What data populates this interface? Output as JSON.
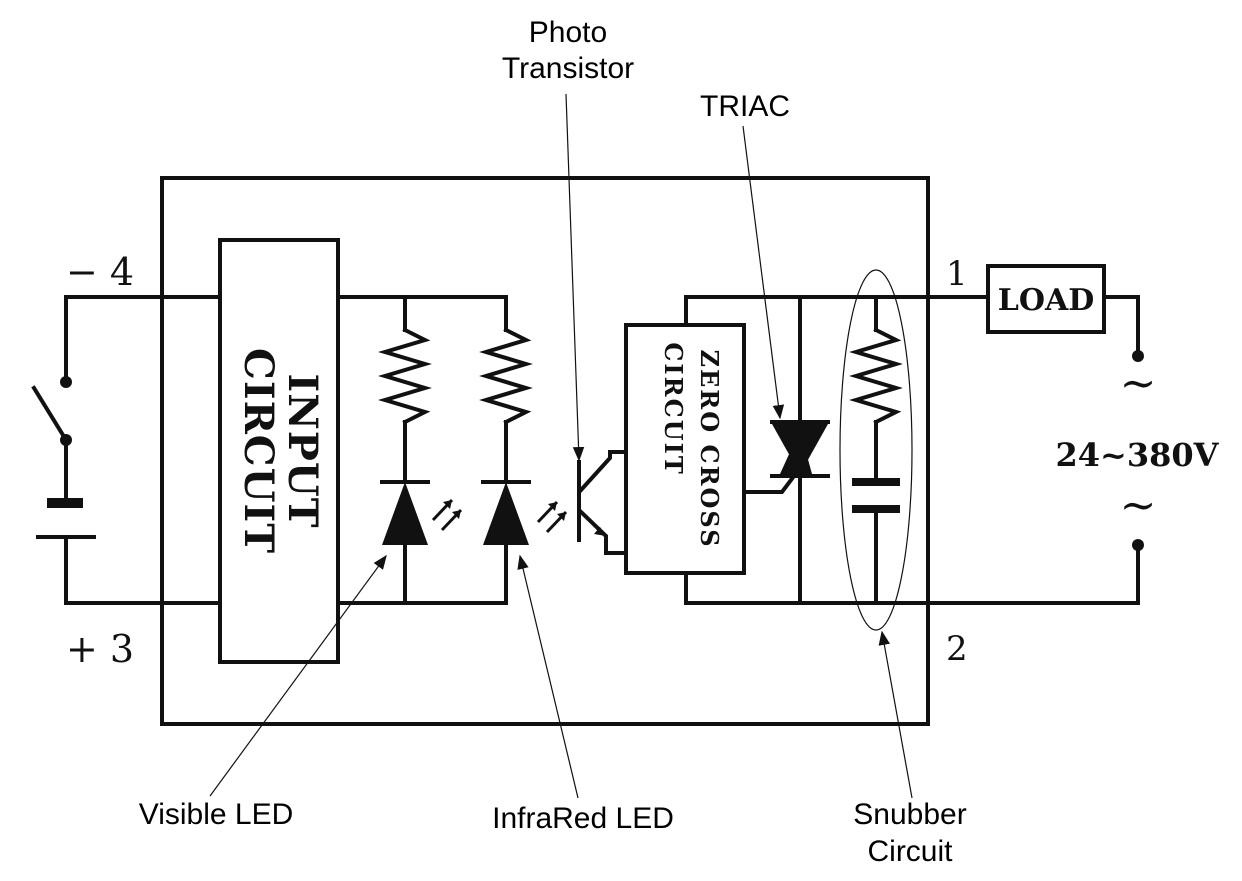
{
  "pins": {
    "neg4": "− 4",
    "pos3": "+ 3",
    "p1": "1",
    "p2": "2"
  },
  "blocks": {
    "input_line1": "INPUT",
    "input_line2": "CIRCUIT",
    "zero_line1": "ZERO CROSS",
    "zero_line2": "CIRCUIT",
    "load": "LOAD"
  },
  "supply": {
    "voltage": "24~380V",
    "tilde_top": "~",
    "tilde_bottom": "~"
  },
  "callouts": {
    "photo_line1": "Photo",
    "photo_line2": "Transistor",
    "triac": "TRIAC",
    "visible_led": "Visible LED",
    "infrared_led": "InfraRed LED",
    "snubber_line1": "Snubber",
    "snubber_line2": "Circuit"
  }
}
